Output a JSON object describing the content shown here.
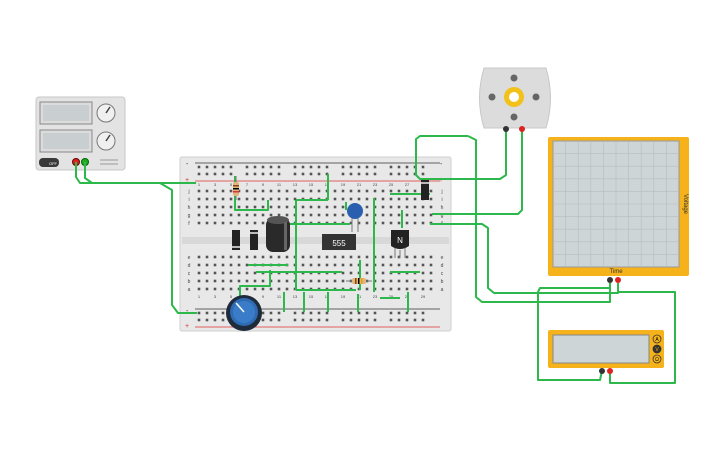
{
  "power_supply": {
    "button_label": "OFF"
  },
  "breadboard": {
    "rail_minus": "-",
    "rail_plus": "+",
    "row_letters_top": [
      "j",
      "i",
      "h",
      "g",
      "f"
    ],
    "row_letters_bottom": [
      "e",
      "d",
      "c",
      "b",
      "a"
    ],
    "column_numbers": [
      "1",
      "3",
      "5",
      "7",
      "9",
      "11",
      "13",
      "15",
      "17",
      "19",
      "21",
      "23",
      "25",
      "27",
      "29"
    ]
  },
  "components": {
    "ic_label": "555",
    "transistor_label": "N"
  },
  "oscilloscope": {
    "x_label": "Time",
    "y_label": "Voltage"
  },
  "multimeter": {
    "mode_buttons": [
      "A",
      "V",
      "Ω"
    ]
  },
  "colors": {
    "wire": "#2db84b",
    "breadboard": "#e8e8e8",
    "instrument_orange": "#f5b21a",
    "screen": "#cdd5d6",
    "potentiometer": "#2f6bb3",
    "capacitor_blue": "#2a5fb0",
    "ic_body": "#333333"
  }
}
